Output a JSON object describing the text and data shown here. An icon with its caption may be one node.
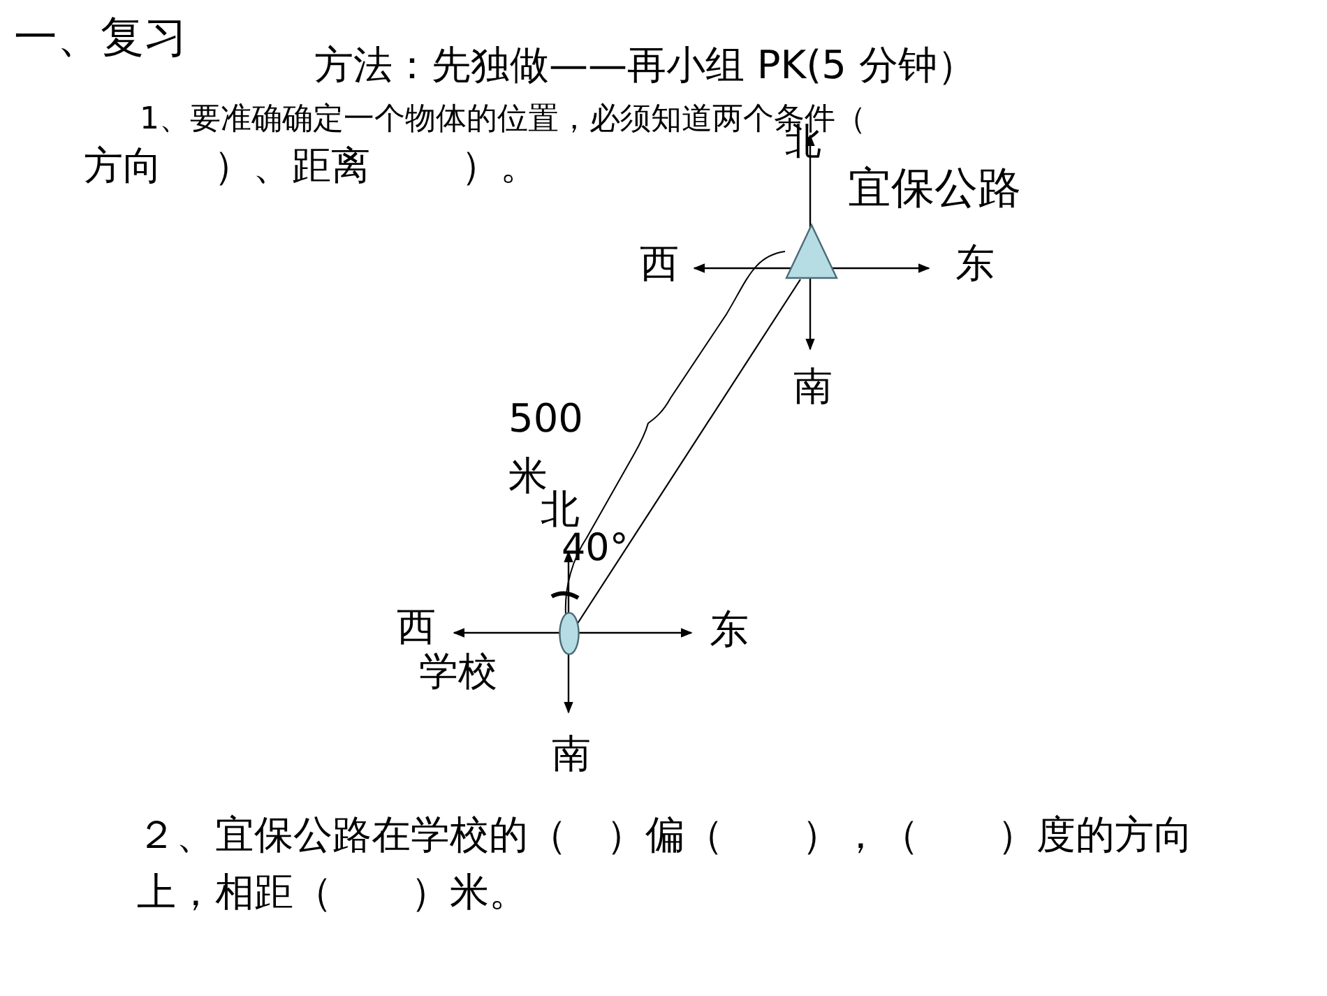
{
  "diagram": {
    "nodes": [
      {
        "text": [],
        "shape": "triangle",
        "beside": [
          "宜保公路"
        ]
      },
      {
        "text": [],
        "shape": "ellipse",
        "beside": [
          "学校"
        ]
      }
    ],
    "edges": [
      {
        "from": 1,
        "to": 0,
        "arrow": "none"
      }
    ],
    "labels": [
      "一、复习",
      "方法：先独做——再小组 PK(5 分钟）",
      "1、要准确确定一个物体的位置，必须知道两个条件（",
      "方向　 ）、距离　　 ）。",
      "北",
      "西",
      "东",
      "南",
      "500 米",
      "北",
      "40°",
      "西",
      "东",
      "南",
      "２、宜保公路在学校的（　）偏（　　），（　　）度的方向上，相距（　　）米。"
    ]
  }
}
